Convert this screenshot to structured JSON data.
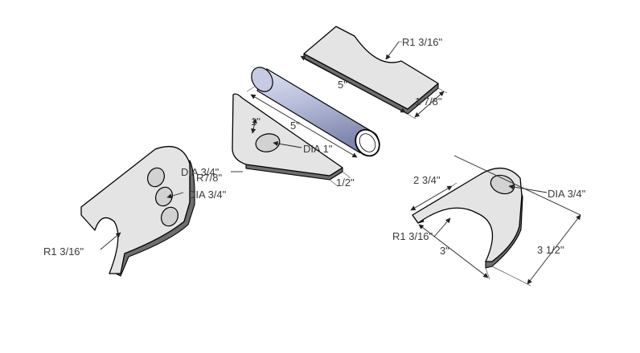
{
  "diagram": {
    "labels": {
      "top_plate_radius": "R1 3/16\"",
      "top_plate_length": "5\"",
      "top_plate_width": "1 7/8\"",
      "tube_length": "5\"",
      "tab_offset": "1\"",
      "tab_hole": "DIA 1\"",
      "tab_radius": "R7/8\"",
      "tab_thickness": "1/2\"",
      "left_hole_top": "DIA 3/4\"",
      "left_hole_mid": "DIA 3/4\"",
      "left_radius": "R1 3/16\"",
      "right_height_upper": "2 3/4\"",
      "right_hole": "DIA 3/4\"",
      "right_radius": "R1 3/16\"",
      "right_width": "3\"",
      "right_height": "3 1/2\""
    },
    "colors": {
      "part_face": "#e4e4e4",
      "part_edge": "#6e6e6e",
      "tube_fill": "#b9bfdc",
      "outline": "#000000"
    }
  }
}
